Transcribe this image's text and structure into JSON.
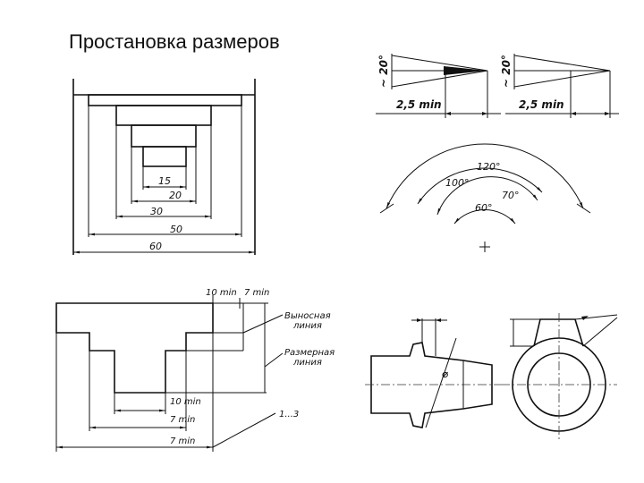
{
  "title": "Простановка размеров",
  "fig_stepped": {
    "dims": [
      "15",
      "20",
      "30",
      "50",
      "60"
    ]
  },
  "fig_arrows": {
    "angle_left": "~ 20°",
    "len_left": "2,5 min",
    "angle_right": "~ 20°",
    "len_right": "2,5 min"
  },
  "fig_angles": {
    "a120": "120°",
    "a100": "100°",
    "a70": "70°",
    "a60": "60°"
  },
  "fig_profile": {
    "top_a": "10 min",
    "top_b": "7 min",
    "ext_line": "Выносная\nлиния",
    "dim_line": "Размерная\nлиния",
    "d1": "10 min",
    "d2": "7 min",
    "d3": "7 min",
    "range": "1...3"
  },
  "fig_shaft": {
    "dia": "⌀"
  }
}
